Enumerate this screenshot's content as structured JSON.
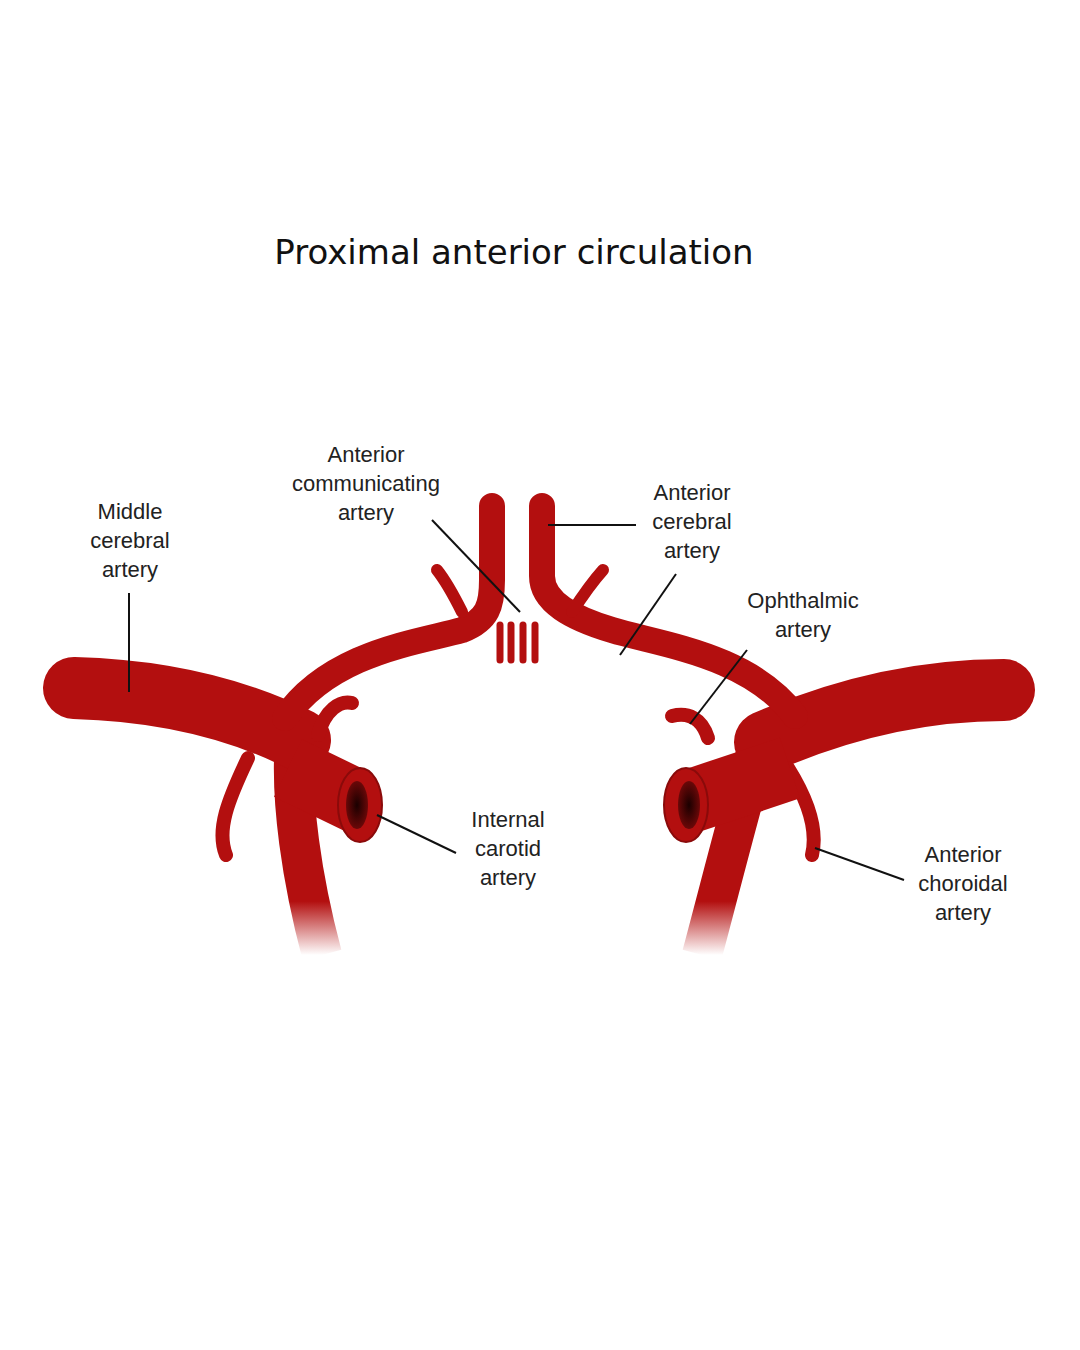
{
  "diagram": {
    "title": "Proximal anterior circulation",
    "labels": [
      "Anterior communicating artery",
      "Anterior cerebral artery",
      "Middle cerebral artery",
      "Ophthalmic artery",
      "Internal carotid artery",
      "Anterior choroidal artery"
    ]
  }
}
